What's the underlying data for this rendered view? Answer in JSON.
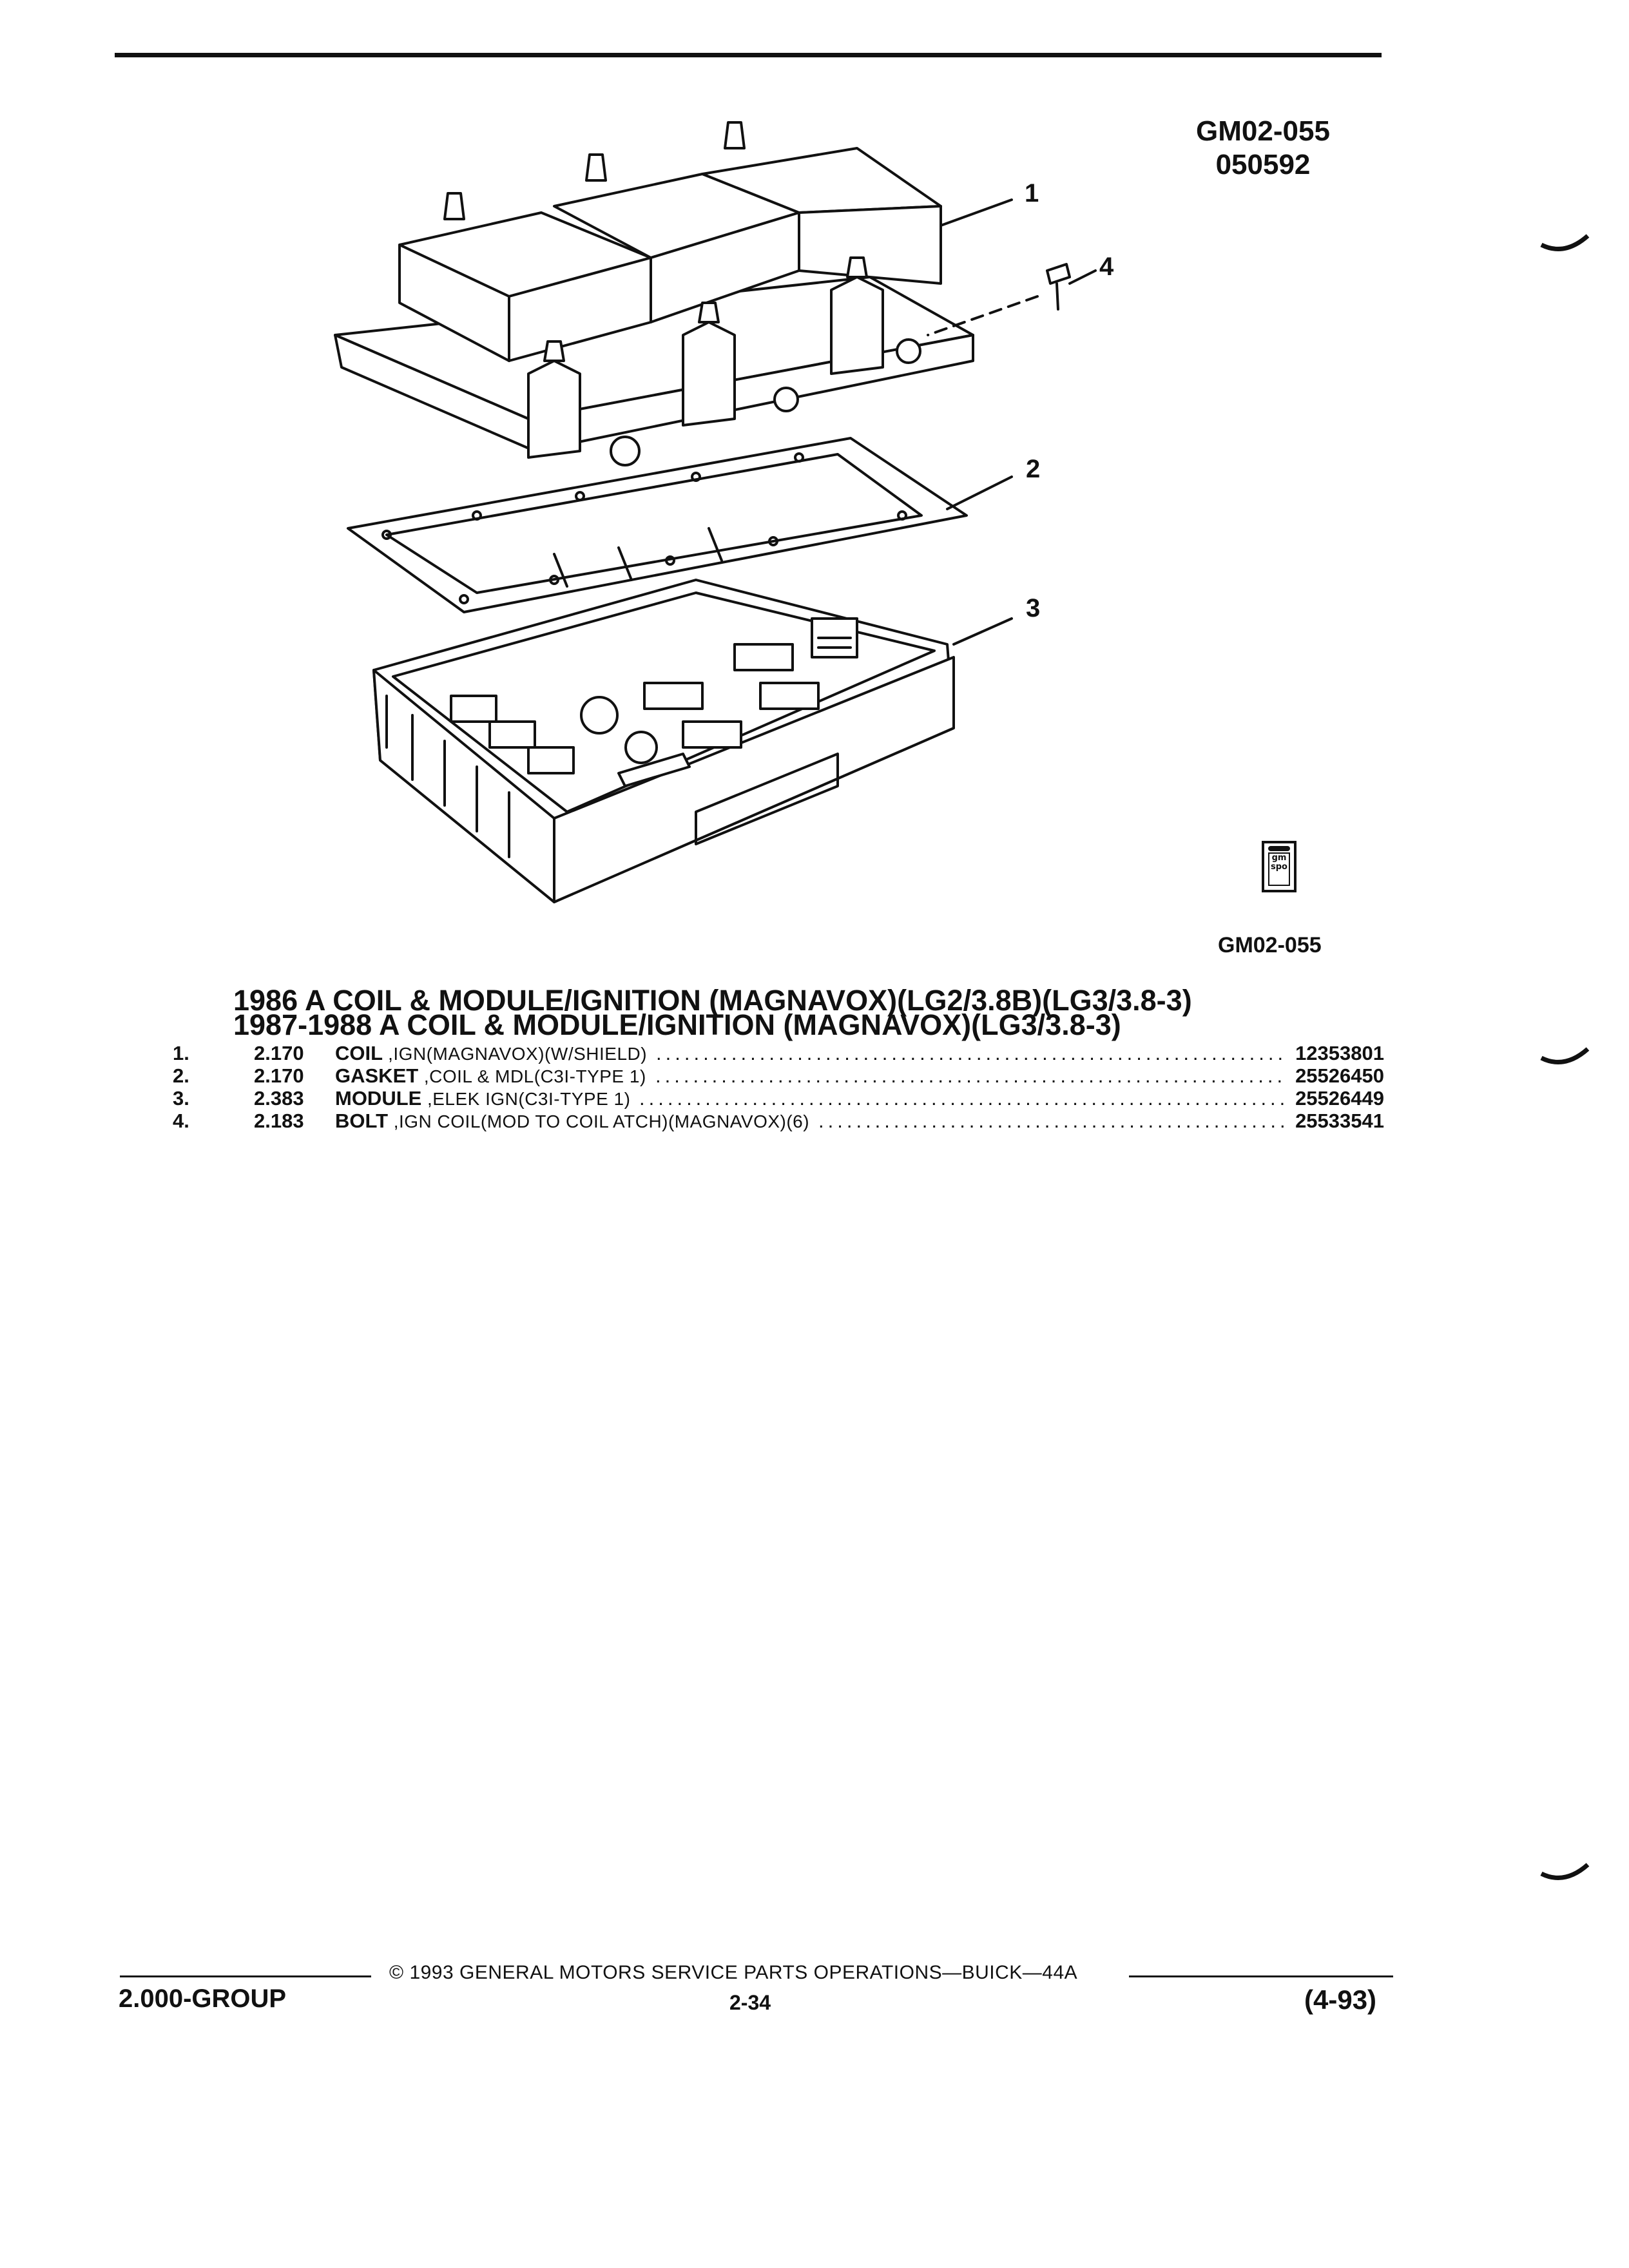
{
  "header": {
    "ref_code": "GM02-055",
    "ref_date": "050592"
  },
  "figure": {
    "ref_code": "GM02-055",
    "callouts": [
      "1",
      "2",
      "3",
      "4"
    ]
  },
  "logo": {
    "text_line1": "gm",
    "text_line2": "spo"
  },
  "titles": [
    "1986 A COIL & MODULE/IGNITION (MAGNAVOX)(LG2/3.8B)(LG3/3.8-3)",
    "1987-1988 A COIL & MODULE/IGNITION (MAGNAVOX)(LG3/3.8-3)"
  ],
  "parts": [
    {
      "num": "1.",
      "group": "2.170",
      "name": "COIL",
      "detail": ",IGN(MAGNAVOX)(W/SHIELD)",
      "part_number": "12353801"
    },
    {
      "num": "2.",
      "group": "2.170",
      "name": "GASKET",
      "detail": ",COIL & MDL(C3I-TYPE 1)",
      "part_number": "25526450"
    },
    {
      "num": "3.",
      "group": "2.383",
      "name": "MODULE",
      "detail": ",ELEK IGN(C3I-TYPE 1)",
      "part_number": "25526449"
    },
    {
      "num": "4.",
      "group": "2.183",
      "name": "BOLT",
      "detail": ",IGN COIL(MOD TO COIL ATCH)(MAGNAVOX)(6)",
      "part_number": "25533541"
    }
  ],
  "footer": {
    "copyright": "© 1993 GENERAL MOTORS SERVICE PARTS OPERATIONS—BUICK—44A",
    "group": "2.000-GROUP",
    "page": "2-34",
    "date": "(4-93)"
  }
}
